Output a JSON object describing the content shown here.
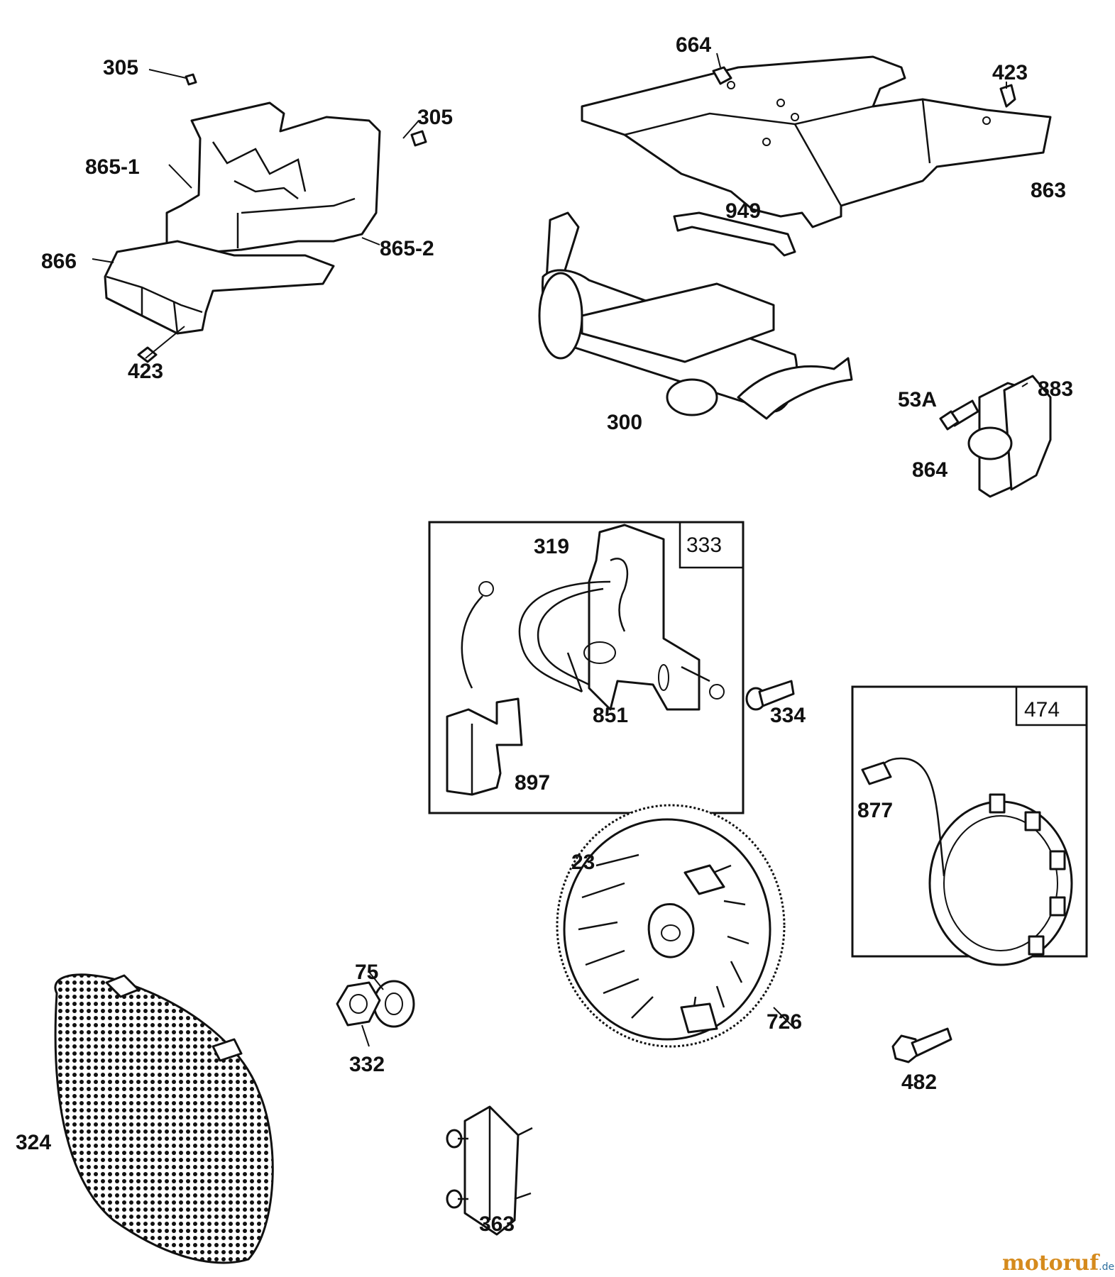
{
  "labels": [
    {
      "id": "305a",
      "text": "305"
    },
    {
      "id": "305b",
      "text": "305"
    },
    {
      "id": "865-1",
      "text": "865-1"
    },
    {
      "id": "865-2",
      "text": "865-2"
    },
    {
      "id": "866",
      "text": "866"
    },
    {
      "id": "423a",
      "text": "423"
    },
    {
      "id": "664",
      "text": "664"
    },
    {
      "id": "423b",
      "text": "423"
    },
    {
      "id": "863",
      "text": "863"
    },
    {
      "id": "949",
      "text": "949"
    },
    {
      "id": "300",
      "text": "300"
    },
    {
      "id": "53A",
      "text": "53A"
    },
    {
      "id": "883",
      "text": "883"
    },
    {
      "id": "864",
      "text": "864"
    },
    {
      "id": "319",
      "text": "319"
    },
    {
      "id": "333",
      "text": "333"
    },
    {
      "id": "851",
      "text": "851"
    },
    {
      "id": "897",
      "text": "897"
    },
    {
      "id": "334",
      "text": "334"
    },
    {
      "id": "474",
      "text": "474"
    },
    {
      "id": "877",
      "text": "877"
    },
    {
      "id": "23",
      "text": "23"
    },
    {
      "id": "726",
      "text": "726"
    },
    {
      "id": "75",
      "text": "75"
    },
    {
      "id": "332",
      "text": "332"
    },
    {
      "id": "482",
      "text": "482"
    },
    {
      "id": "324",
      "text": "324"
    },
    {
      "id": "363",
      "text": "363"
    }
  ],
  "watermark": {
    "brand": "motoruf",
    "suffix": ".de",
    "brand_color": "#d58a1c",
    "suffix_color": "#2c6f9e"
  }
}
